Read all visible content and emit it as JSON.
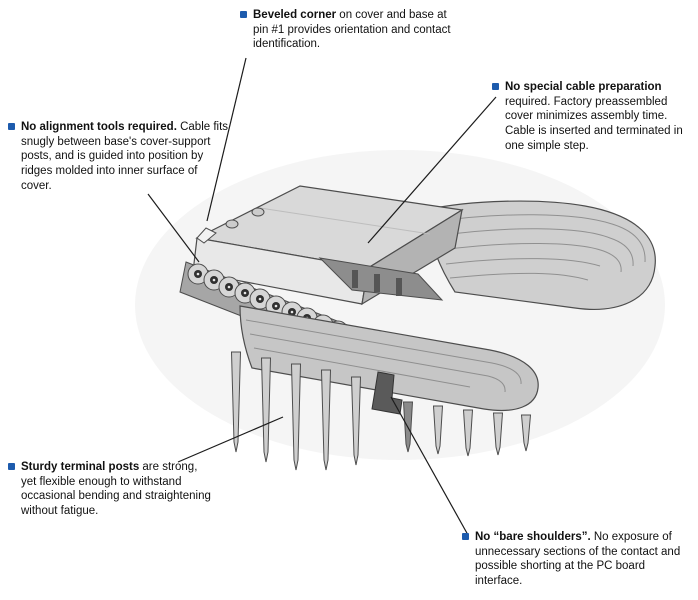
{
  "colors": {
    "bullet": "#1d5bad",
    "leader_line": "#1c1c1c",
    "text": "#111111",
    "illustration_light": "#e8e8e8",
    "illustration_mid": "#c9c9c9",
    "illustration_dark": "#8d8d8d",
    "illustration_outline": "#4d4d4d"
  },
  "illustration": {
    "subject": "isometric-cutaway-idc-ribbon-cable-connector"
  },
  "callouts": [
    {
      "id": "beveled-corner",
      "bold": "Beveled corner",
      "rest": " on cover and base at pin #1 provides orientation and contact identification."
    },
    {
      "id": "no-special-cable-preparation",
      "bold": "No special cable preparation",
      "rest": " required. Factory preassembled cover minimizes assembly time. Cable is inserted and terminated in one simple step."
    },
    {
      "id": "no-alignment-tools",
      "bold": "No alignment tools required.",
      "rest": " Cable fits snugly between base's cover-support posts, and is guided into position by ridges molded into inner surface of cover."
    },
    {
      "id": "sturdy-terminal-posts",
      "bold": "Sturdy terminal posts",
      "rest": " are strong, yet flexible enough to withstand occasional bending and straightening without fatigue."
    },
    {
      "id": "no-bare-shoulders",
      "bold": "No “bare shoulders”.",
      "rest": " No exposure of unnecessary sections of the contact and possible shorting at the PC board interface."
    }
  ]
}
